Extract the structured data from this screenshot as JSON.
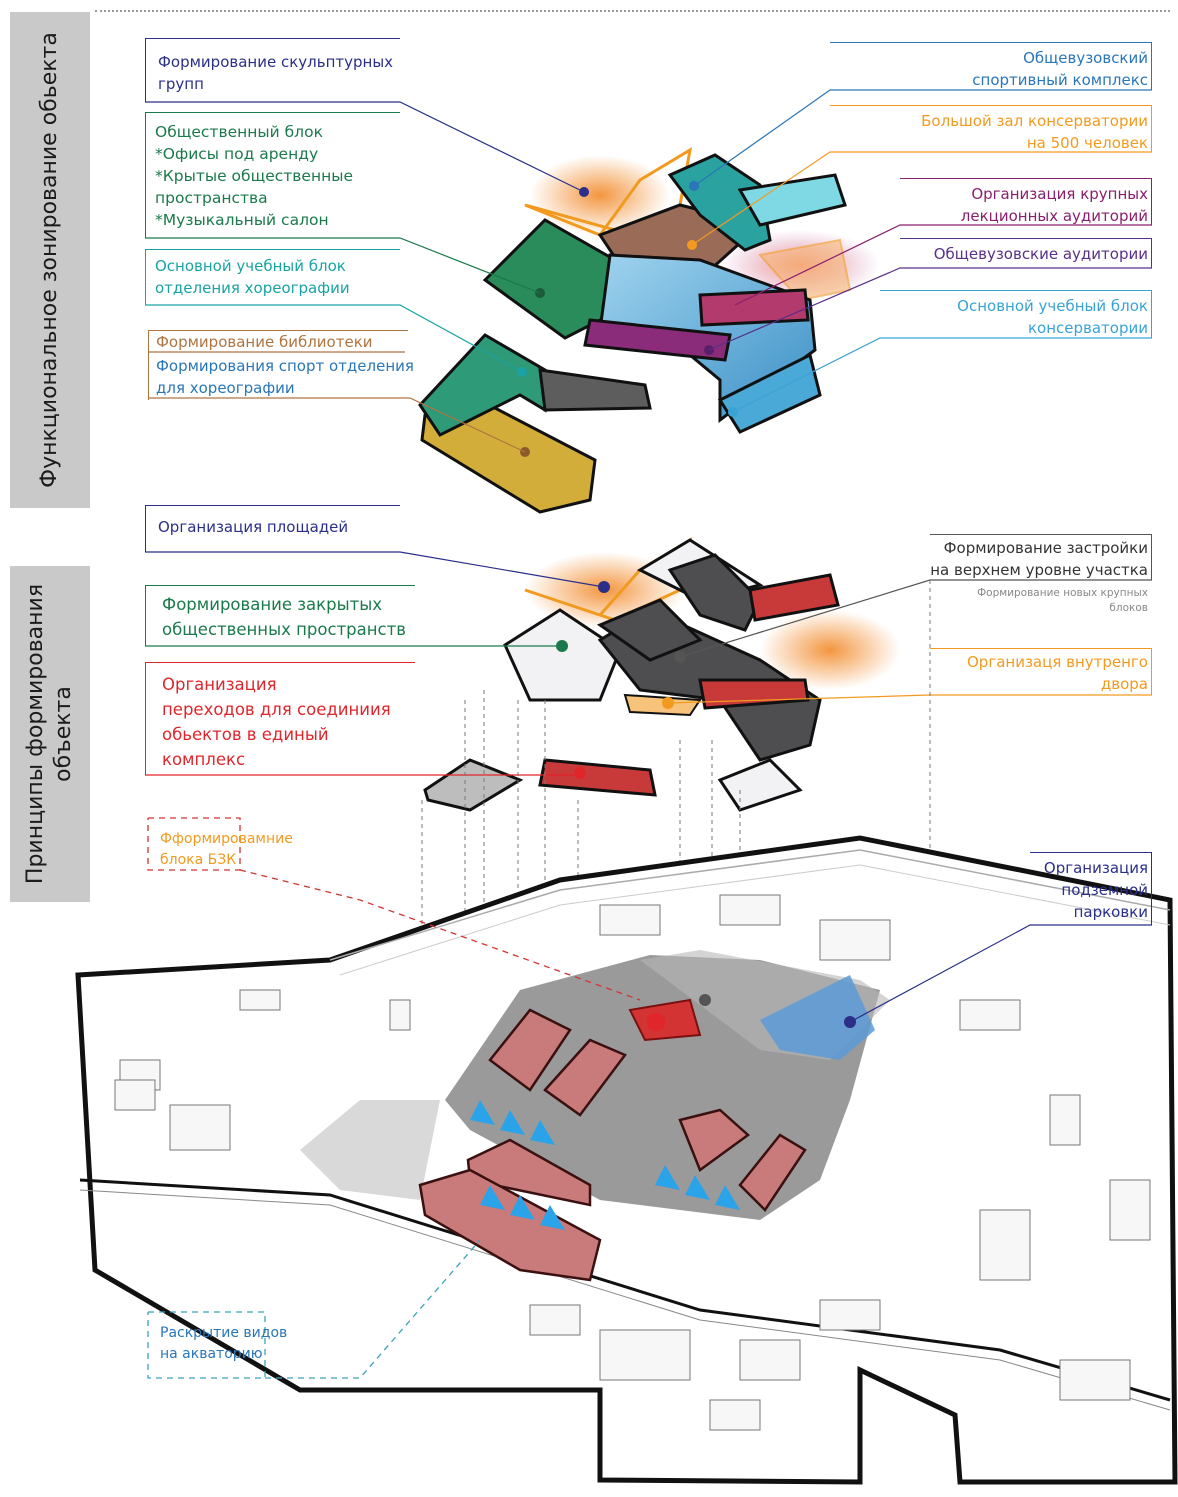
{
  "sidebar": {
    "top_title": "Функциональное зонирование обьекта",
    "bottom_title_line1": "Принципы формирования",
    "bottom_title_line2": "объекта"
  },
  "section1": {
    "sculpture_groups": {
      "line1": "Формирование скульптурных",
      "line2": "групп"
    },
    "public_block": {
      "line1": "Общественный блок",
      "line2": "*Офисы под аренду",
      "line3": "*Крытые общественные",
      "line4": "пространства",
      "line5": "*Музыкальный салон"
    },
    "choreo_block": {
      "line1": "Основной учебный блок",
      "line2": "отделения хореографии"
    },
    "library": "Формирование библиотеки",
    "sport_choreo": {
      "line1": "Формирования спорт отделения",
      "line2": "для хореографии"
    },
    "sport_complex": {
      "line1": "Общевузовский",
      "line2": "спортивный комплекс"
    },
    "big_hall": {
      "line1": "Большой зал консерватории",
      "line2": "на 500 человек"
    },
    "lecture_halls": {
      "line1": "Организация крупных",
      "line2": "лекционных аудиторий"
    },
    "univ_auditoriums": "Общевузовские аудитории",
    "conservatory_block": {
      "line1": "Основной учебный блок",
      "line2": "консерватории"
    }
  },
  "section2": {
    "squares": "Организация площадей",
    "closed_spaces": {
      "line1": "Формирование закрытых",
      "line2": "общественных пространств"
    },
    "transitions": {
      "line1": "Организация",
      "line2": "переходов для соединиия",
      "line3": "обьектов в единый",
      "line4": "комплекс"
    },
    "bzk": {
      "line1": "Фформировамние",
      "line2": "блока  БЗК"
    },
    "upper_level": {
      "line1": "Формирование застройки",
      "line2": "на верхнем уровне участка"
    },
    "new_blocks": {
      "line1": "Формирование новых крупных",
      "line2": "блоков"
    },
    "courtyard": {
      "line1": "Организаця внутренго",
      "line2": "двора"
    },
    "parking": {
      "line1": "Организация",
      "line2": "подземной",
      "line3": "парковки"
    },
    "views": {
      "line1": "Раскрытие видов",
      "line2": "на акваторию"
    }
  },
  "colors": {
    "navy": "#2b2f8a",
    "green": "#1b7a4b",
    "teal": "#1aa3a3",
    "tan": "#b07440",
    "blue": "#2a76b8",
    "orange": "#f29a1f",
    "purple": "#8a1f6e",
    "lightblue": "#3aa3d6",
    "red": "#e0262b",
    "gray": "#555555"
  }
}
